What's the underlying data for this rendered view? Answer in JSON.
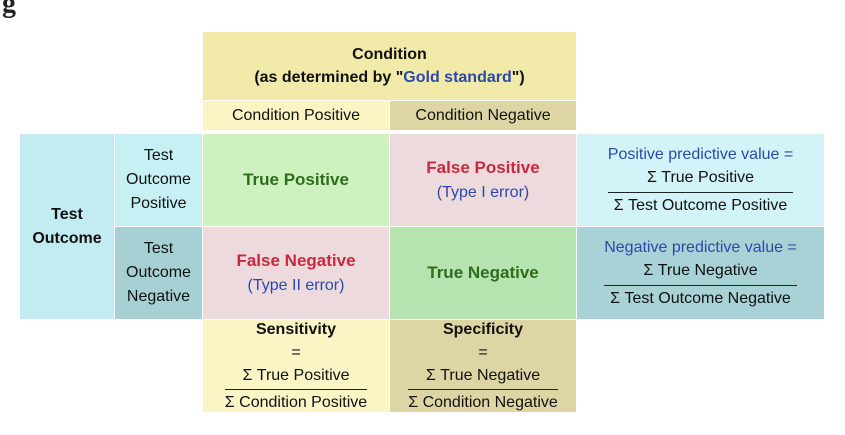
{
  "heading": "g",
  "condition": {
    "title": "Condition",
    "subtitle_prefix": "(as determined by \"",
    "subtitle_link": "Gold standard",
    "subtitle_suffix": "\")",
    "positive_label": "Condition Positive",
    "negative_label": "Condition Negative"
  },
  "test": {
    "title": "Test Outcome",
    "positive_label": [
      "Test",
      "Outcome",
      "Positive"
    ],
    "negative_label": [
      "Test",
      "Outcome",
      "Negative"
    ]
  },
  "cells": {
    "tp": "True Positive",
    "fp_title": "False Positive",
    "fp_sub": "(Type I error)",
    "fn_title": "False Negative",
    "fn_sub": "(Type II error)",
    "tn": "True Negative"
  },
  "ppv": {
    "label": "Positive predictive value =",
    "numerator": "Σ True Positive",
    "denominator": "Σ Test Outcome Positive"
  },
  "npv": {
    "label": "Negative predictive value =",
    "numerator": "Σ True Negative",
    "denominator": "Σ Test Outcome Negative"
  },
  "sensitivity": {
    "label": "Sensitivity",
    "eq": " =",
    "numerator": "Σ True Positive",
    "denominator": "Σ Condition Positive"
  },
  "specificity": {
    "label": "Specificity",
    "eq": " =",
    "numerator": "Σ True Negative",
    "denominator": "Σ Condition Negative"
  },
  "colors": {
    "condition_header": "#f2eaa8",
    "cond_pos_header": "#fbf4c4",
    "cond_neg_header": "#ddd6a4",
    "test_header": "#c3ecf2",
    "test_pos": "#c6f0f4",
    "test_neg": "#a6d0d4",
    "true_positive": "#cdf2c0",
    "false_positive": "#ecdadc",
    "false_negative": "#ecdadc",
    "true_negative": "#b6e4b0",
    "ppv_bg": "#d2f4f8",
    "npv_bg": "#a8d2d6",
    "sensitivity_bg": "#fbf4c4",
    "specificity_bg": "#ddd6a4"
  }
}
